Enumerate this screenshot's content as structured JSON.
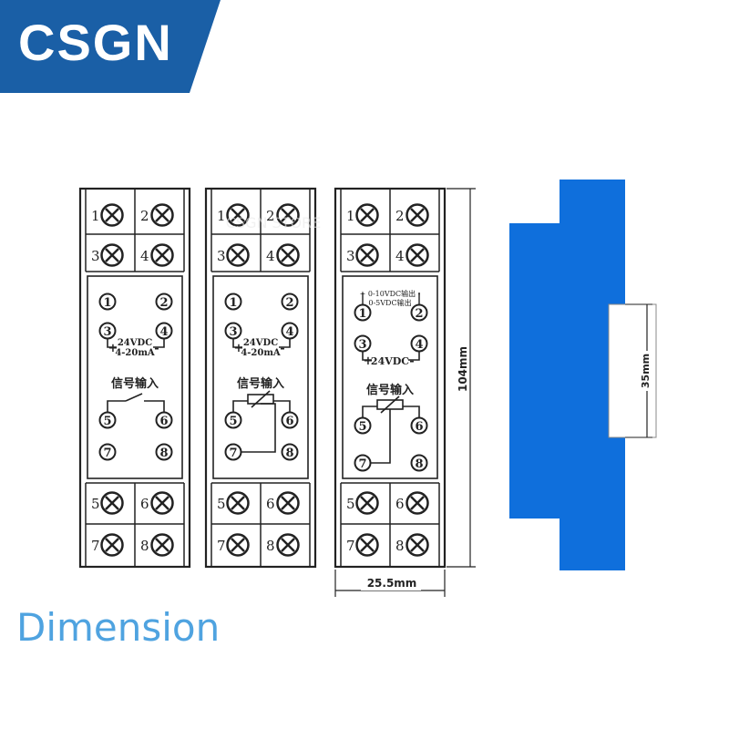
{
  "brand": {
    "name": "CSGN",
    "color": "#1a5fa6"
  },
  "title": "Dimension",
  "watermark": "CSGN STORE",
  "accent_color": "#0f6fdc",
  "terminals": {
    "top": [
      "1",
      "2",
      "3",
      "4"
    ],
    "bottom": [
      "5",
      "6",
      "7",
      "8"
    ]
  },
  "panel_pins": [
    "1",
    "2",
    "3",
    "4",
    "5",
    "6",
    "7",
    "8"
  ],
  "modules": [
    {
      "power": "24VDC",
      "signal": "4-20mA",
      "plus": "+",
      "minus": "-",
      "input_label": "信号输入",
      "input_type": "switch"
    },
    {
      "power": "24VDC",
      "signal": "4-20mA",
      "plus": "+",
      "minus": "-",
      "input_label": "信号输入",
      "input_type": "resistor"
    },
    {
      "power": "24VDC",
      "plus": "+",
      "minus": "-",
      "input_label": "信号输入",
      "input_type": "resistor",
      "output_lines": [
        "+ 0-10VDC输出 -",
        "0-5VDC输出"
      ]
    }
  ],
  "dimensions": {
    "height": "104mm",
    "width": "25.5mm",
    "rail": "35mm"
  }
}
